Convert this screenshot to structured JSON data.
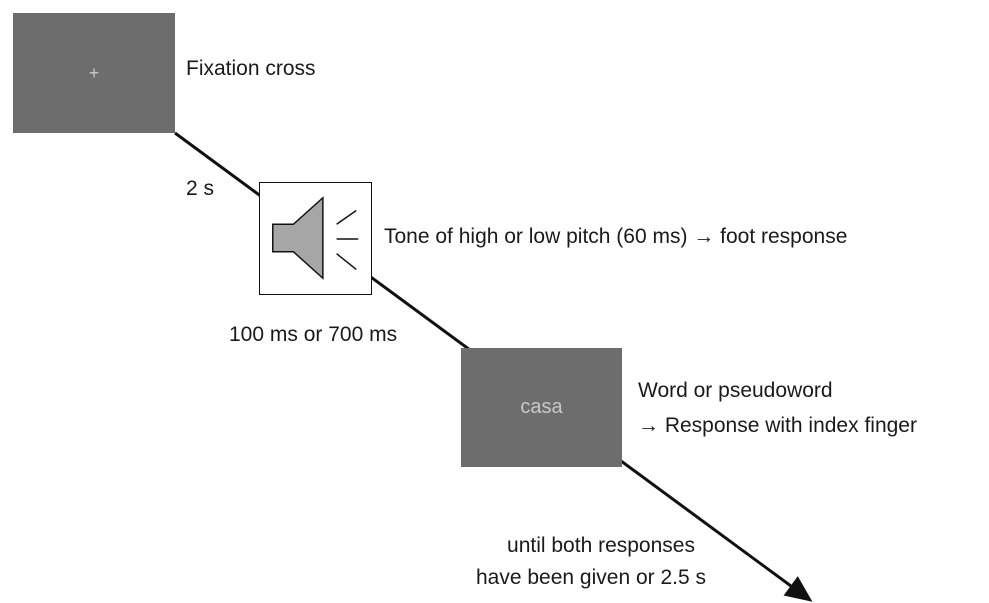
{
  "screens": {
    "fixation": {
      "text": "+"
    },
    "word": {
      "text": "casa"
    }
  },
  "stimuli": {
    "tone_icon": "speaker-icon"
  },
  "labels": {
    "fixation": "Fixation cross",
    "fixation_duration": "2 s",
    "tone": "Tone of high or low pitch (60 ms) → foot response",
    "soa": "100 ms or 700 ms",
    "word_line1": "Word or pseudoword",
    "word_line2": "→ Response with index finger",
    "until_line1": "until both responses",
    "until_line2": "have been given or 2.5 s"
  },
  "colors": {
    "screen": "#6d6d6d",
    "screen_text": "#c9c9c9",
    "speaker_fill": "#a6a6a6",
    "line": "#111111"
  }
}
